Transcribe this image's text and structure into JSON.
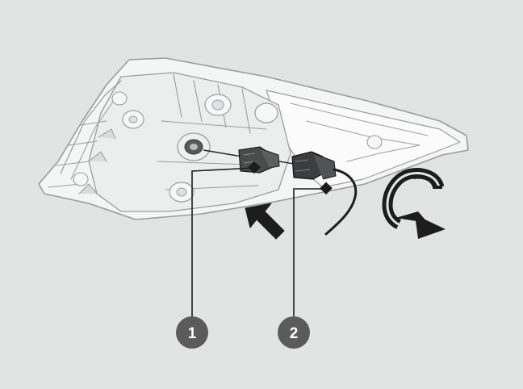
{
  "figure": {
    "background_color": "#e2e3e3",
    "callout_color": "#5b5b5b",
    "subject": "tail-light-assembly",
    "callouts": [
      {
        "label": "1",
        "refers_to": "bulb-socket"
      },
      {
        "label": "2",
        "refers_to": "wiring-connector"
      }
    ],
    "arrows": [
      {
        "icon": "push-in-arrow-icon"
      },
      {
        "icon": "rotate-arrow-icon"
      }
    ]
  }
}
